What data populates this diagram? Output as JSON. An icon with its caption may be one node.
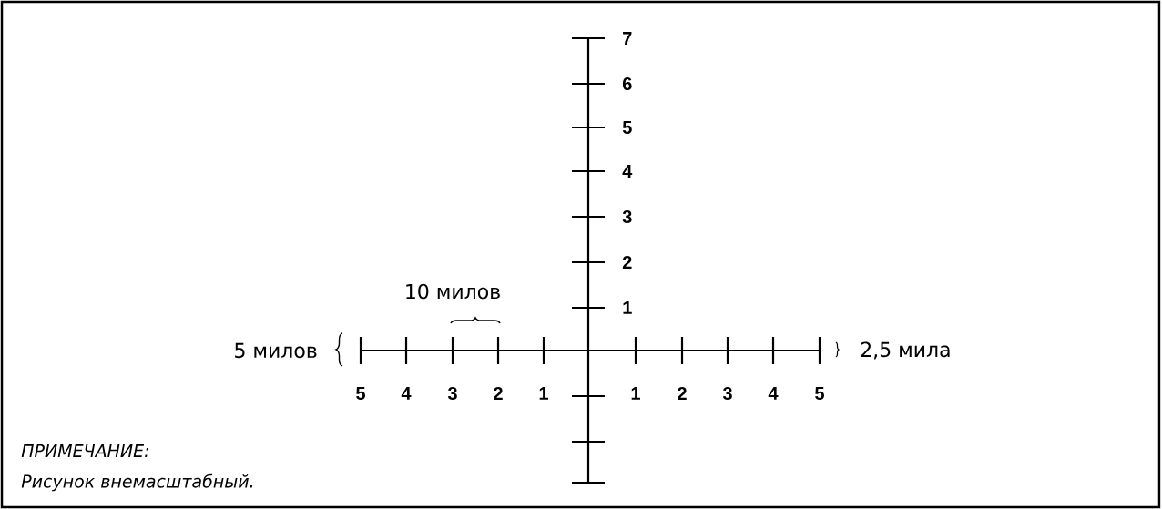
{
  "diagram": {
    "labels": [
      "7",
      "6",
      "5",
      "4",
      "3",
      "2",
      "10 милов",
      "1",
      "5 милов",
      "2,5 мила",
      "5",
      "4",
      "3",
      "2",
      "1",
      "1",
      "2",
      "3",
      "4",
      "5",
      "ПРИМЕЧАНИЕ:",
      "Рисунок внемасштабный."
    ]
  }
}
